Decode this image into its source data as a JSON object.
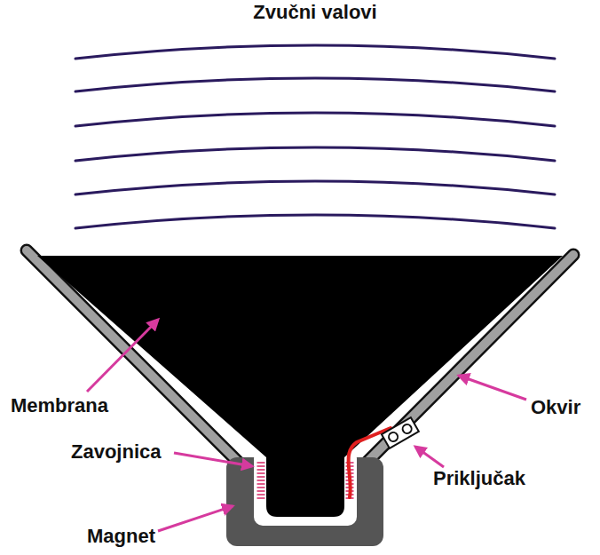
{
  "diagram": {
    "labels": [
      "Zvučni valovi",
      "Membrana",
      "Okvir",
      "Zavojnica",
      "Priključak",
      "Magnet"
    ]
  }
}
